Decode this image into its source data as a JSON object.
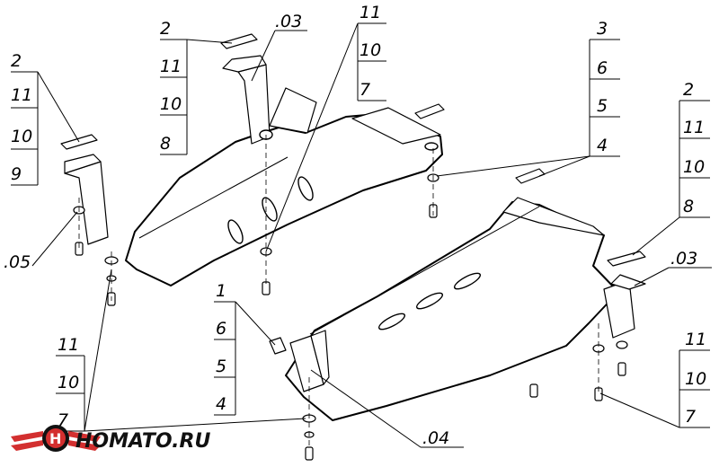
{
  "callouts": {
    "left_bracket": [
      "2",
      "11",
      "10",
      "9"
    ],
    "left_mount_code": ".05",
    "top_left_hw": [
      "2",
      "11",
      "10",
      "8"
    ],
    "top_mount_code": ".03",
    "top_center": [
      "11",
      "10",
      "7"
    ],
    "top_right": [
      "3",
      "6",
      "5",
      "4"
    ],
    "right_hw": [
      "2",
      "11",
      "10",
      "8"
    ],
    "right_mount_code": ".03",
    "mid_hw": [
      "1",
      "6",
      "5",
      "4"
    ],
    "bottom_left": [
      "11",
      "10",
      "7"
    ],
    "bottom_right": [
      "11",
      "10",
      "7"
    ],
    "bottom_mount_code": ".04"
  },
  "logo": {
    "text": "HOMATO.RU",
    "accent_color": "#d32f2f",
    "dark_color": "#111111"
  }
}
